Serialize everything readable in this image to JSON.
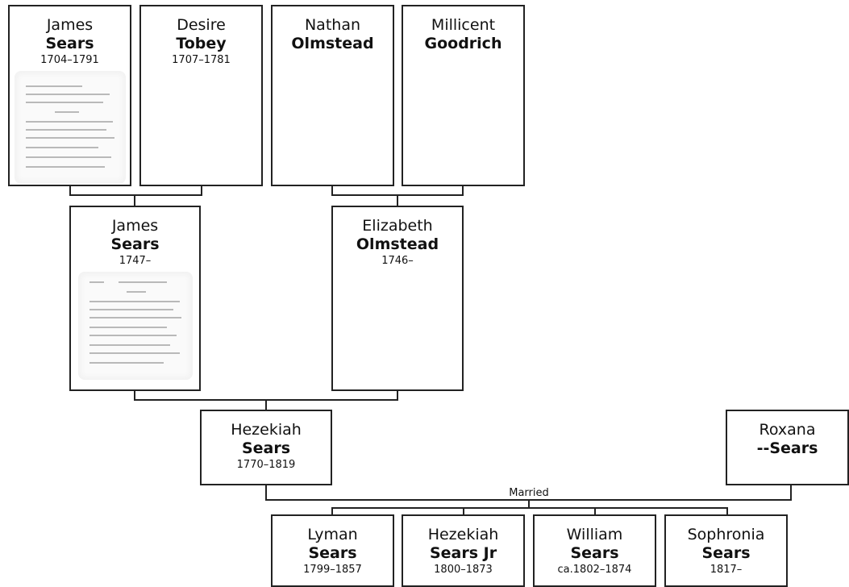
{
  "people": {
    "james_sears_1704": {
      "given": "James",
      "surname": "Sears",
      "dates": "1704–1791"
    },
    "desire_tobey": {
      "given": "Desire",
      "surname": "Tobey",
      "dates": "1707–1781"
    },
    "nathan_olmstead": {
      "given": "Nathan",
      "surname": "Olmstead",
      "dates": ""
    },
    "millicent_goodrich": {
      "given": "Millicent",
      "surname": "Goodrich",
      "dates": ""
    },
    "james_sears_1747": {
      "given": "James",
      "surname": "Sears",
      "dates": "1747–"
    },
    "elizabeth_olmstead": {
      "given": "Elizabeth",
      "surname": "Olmstead",
      "dates": "1746–"
    },
    "hezekiah_sears": {
      "given": "Hezekiah",
      "surname": "Sears",
      "dates": "1770–1819"
    },
    "roxana_sears": {
      "given": "Roxana",
      "surname": "--Sears",
      "dates": ""
    },
    "lyman_sears": {
      "given": "Lyman",
      "surname": "Sears",
      "dates": "1799–1857"
    },
    "hezekiah_sears_jr": {
      "given": "Hezekiah",
      "surname": "Sears Jr",
      "dates": "1800–1873"
    },
    "william_sears": {
      "given": "William",
      "surname": "Sears",
      "dates": "ca.1802–1874"
    },
    "sophronia_sears": {
      "given": "Sophronia",
      "surname": "Sears",
      "dates": "1817–"
    }
  },
  "relationships": {
    "hezekiah_roxana": {
      "label": "Married"
    }
  }
}
